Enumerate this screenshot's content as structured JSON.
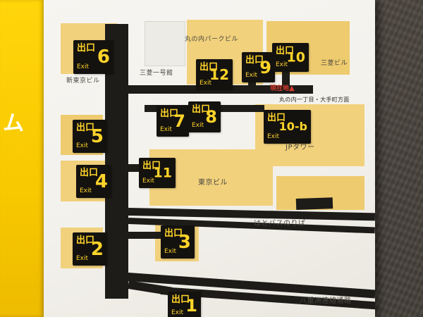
{
  "side_panel": {
    "partial_text": "ム"
  },
  "exits": [
    {
      "jp": "出口",
      "en": "Exit",
      "number": "6"
    },
    {
      "jp": "出口",
      "en": "Exit",
      "number": "12"
    },
    {
      "jp": "出口",
      "en": "Exit",
      "number": "9"
    },
    {
      "jp": "出口",
      "en": "Exit",
      "number": "10"
    },
    {
      "jp": "出口",
      "en": "Exit",
      "number": "5"
    },
    {
      "jp": "出口",
      "en": "Exit",
      "number": "7"
    },
    {
      "jp": "出口",
      "en": "Exit",
      "number": "8"
    },
    {
      "jp": "出口",
      "en": "Exit",
      "number": "10-b"
    },
    {
      "jp": "出口",
      "en": "Exit",
      "number": "4"
    },
    {
      "jp": "出口",
      "en": "Exit",
      "number": "11"
    },
    {
      "jp": "出口",
      "en": "Exit",
      "number": "2"
    },
    {
      "jp": "出口",
      "en": "Exit",
      "number": "3"
    },
    {
      "jp": "出口",
      "en": "Exit",
      "number": "1"
    }
  ],
  "labels": {
    "marunouchi_park_bldg": "丸の内パークビル",
    "mitsubishi_bldg": "三菱ビル",
    "shin_tokyo_bldg": "新東京ビル",
    "mitsubishi_ichigokan": "三菱一号館",
    "jp_tower": "JPタワー",
    "tokyo_bldg": "東京ビル",
    "hato_bus_stop": "はとバスのりば",
    "yaesu_passage": "八重洲連絡通路",
    "current_location": "現在地",
    "direction": "丸の内一丁目・大手町方面"
  },
  "icons": {
    "current_location_marker": "▲"
  },
  "colors": {
    "frame_yellow": "#f8c800",
    "building_yellow": "#f1d17c",
    "line_black": "#1d1c19",
    "exit_sign_black": "#14120f",
    "exit_text_yellow": "#ffd42a",
    "current_location_red": "#d63a2c",
    "paper_white": "#f3f1ec",
    "wall_brown": "#4c463f"
  }
}
